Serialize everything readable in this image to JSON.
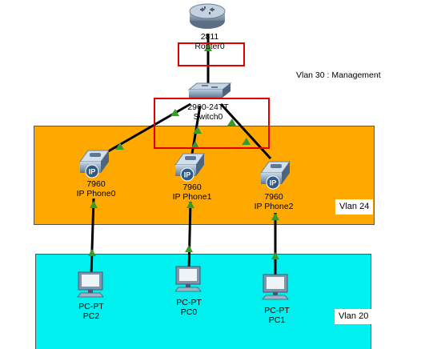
{
  "zones": {
    "vlan24": {
      "label": "Vlan 24",
      "color": "#ffa900"
    },
    "vlan20": {
      "label": "Vlan 20",
      "color": "#00f0f0"
    }
  },
  "management_label": "Vlan 30 : Management",
  "highlight_color": "#e10000",
  "devices": {
    "router": {
      "model": "2811",
      "name": "Router0",
      "icon": "router-icon"
    },
    "switch": {
      "model": "2960-24TT",
      "name": "Switch0",
      "icon": "switch-icon"
    },
    "phone0": {
      "model": "7960",
      "name": "IP Phone0",
      "icon": "ip-phone-icon"
    },
    "phone1": {
      "model": "7960",
      "name": "IP Phone1",
      "icon": "ip-phone-icon"
    },
    "phone2": {
      "model": "7960",
      "name": "IP Phone2",
      "icon": "ip-phone-icon"
    },
    "pc2": {
      "model": "PC-PT",
      "name": "PC2",
      "icon": "pc-icon"
    },
    "pc0": {
      "model": "PC-PT",
      "name": "PC0",
      "icon": "pc-icon"
    },
    "pc1": {
      "model": "PC-PT",
      "name": "PC1",
      "icon": "pc-icon"
    }
  },
  "phone_badge": "IP"
}
